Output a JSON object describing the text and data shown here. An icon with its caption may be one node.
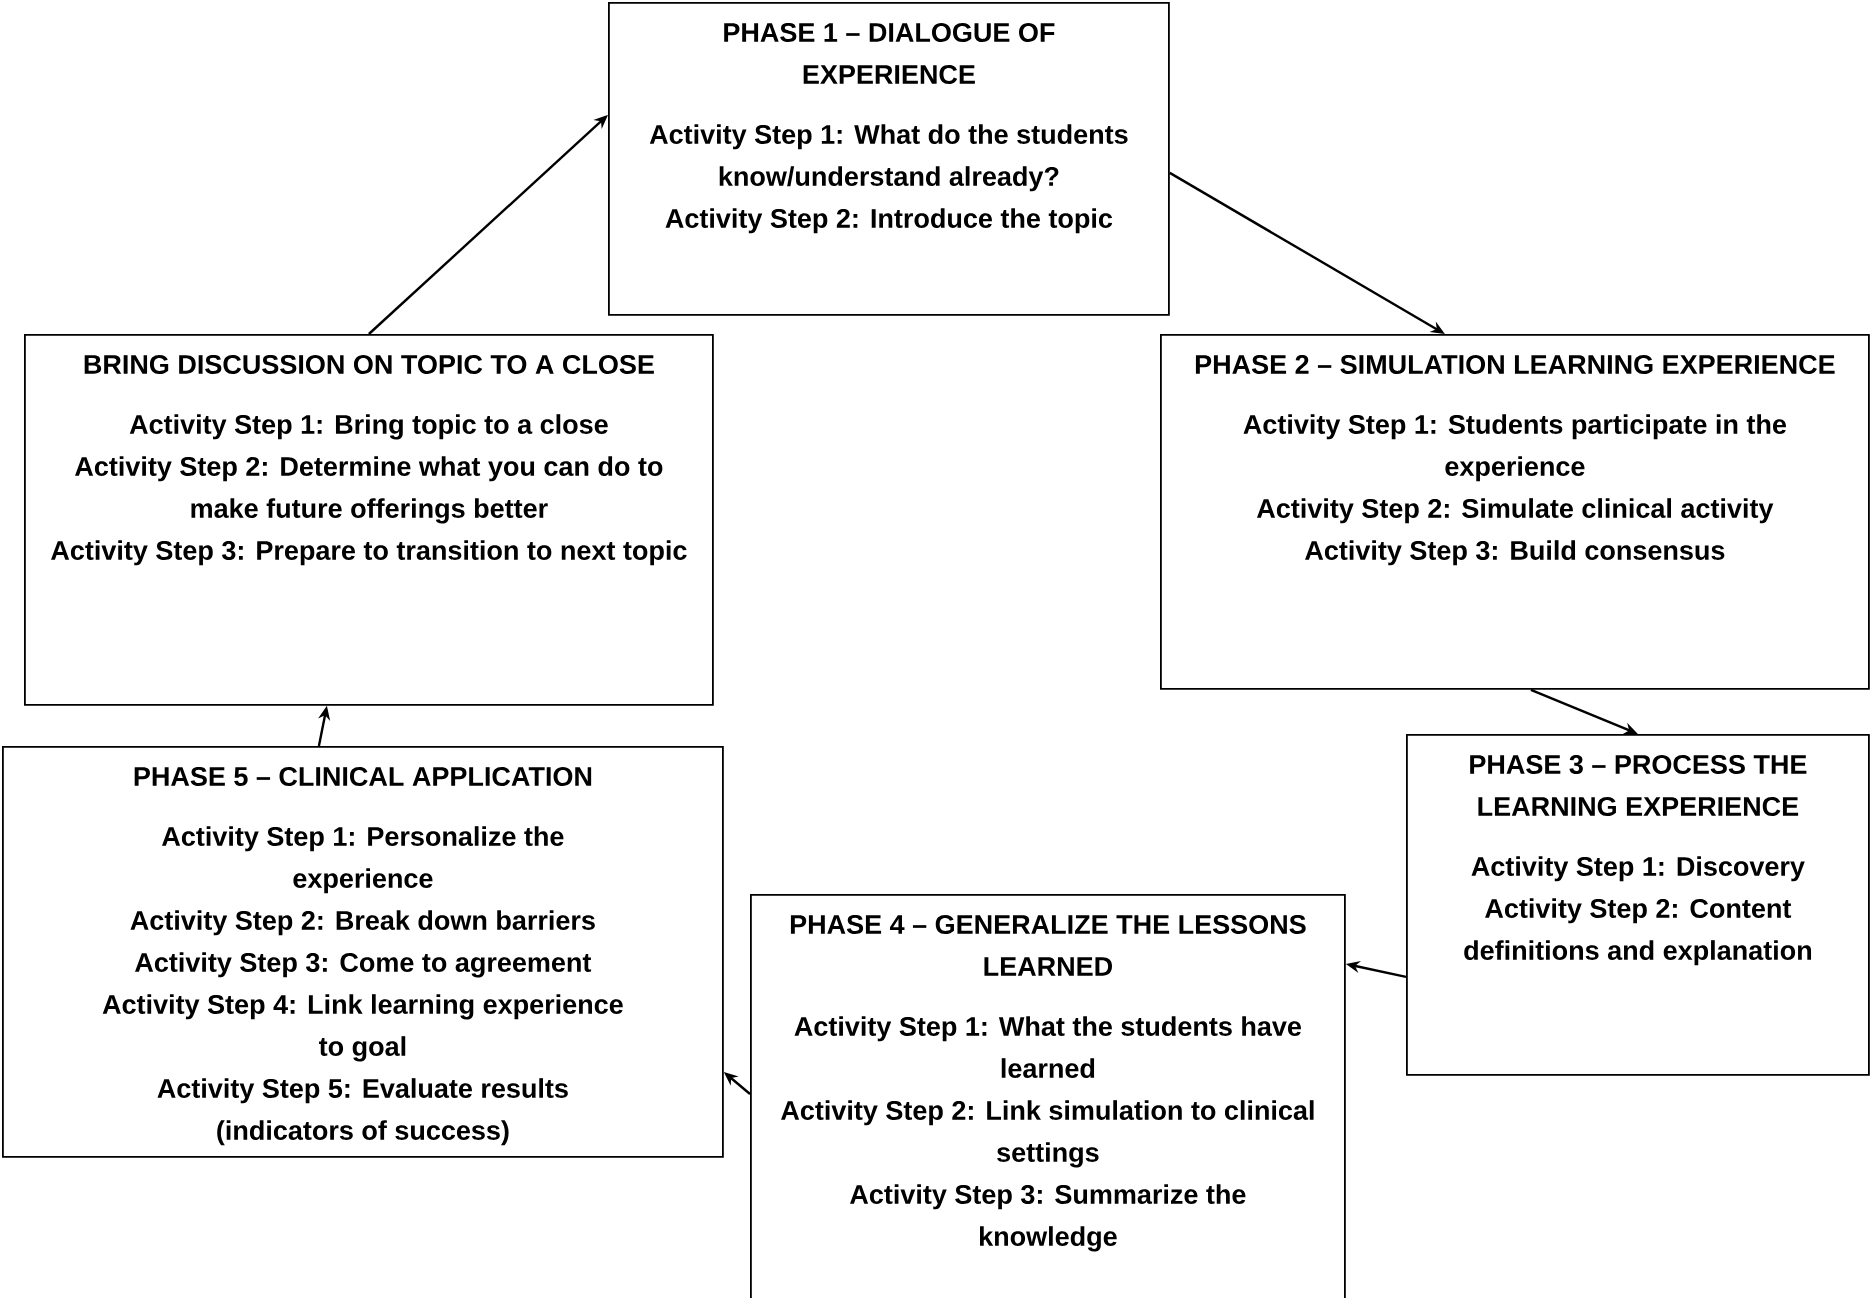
{
  "diagram": {
    "nodes": [
      {
        "text": [
          "PHASE 1 – DIALOGUE OF EXPERIENCE",
          "Activity Step 1: What do the students know/understand already?",
          "Activity Step 2: Introduce the topic"
        ]
      },
      {
        "text": [
          "PHASE 2 – SIMULATION LEARNING EXPERIENCE",
          "Activity Step 1: Students participate in the experience",
          "Activity Step 2: Simulate clinical activity",
          "Activity Step 3: Build consensus"
        ]
      },
      {
        "text": [
          "PHASE 3 – PROCESS THE LEARNING EXPERIENCE",
          "Activity Step 1: Discovery",
          "Activity Step 2: Content definitions and explanation"
        ]
      },
      {
        "text": [
          "PHASE 4 – GENERALIZE THE LESSONS LEARNED",
          "Activity Step 1: What the students have learned",
          "Activity Step 2: Link simulation to clinical settings",
          "Activity Step 3: Summarize the knowledge"
        ]
      },
      {
        "text": [
          "PHASE 5 – CLINICAL APPLICATION",
          "Activity Step 1: Personalize the experience",
          "Activity Step 2: Break down barriers",
          "Activity Step 3: Come to agreement",
          "Activity Step 4: Link learning experience to goal",
          "Activity Step 5: Evaluate results (indicators of success)"
        ]
      },
      {
        "text": [
          "BRING DISCUSSION ON TOPIC TO A CLOSE",
          "Activity Step 1: Bring topic to a close",
          "Activity Step 2: Determine what you can do to make future offerings better",
          "Activity Step 3: Prepare to transition to next topic"
        ]
      }
    ],
    "edges": [
      {
        "from": 5,
        "to": 0,
        "arrow": "to"
      },
      {
        "from": 0,
        "to": 1,
        "arrow": "to"
      },
      {
        "from": 1,
        "to": 2,
        "arrow": "to"
      },
      {
        "from": 2,
        "to": 3,
        "arrow": "to"
      },
      {
        "from": 3,
        "to": 4,
        "arrow": "to"
      },
      {
        "from": 4,
        "to": 5,
        "arrow": "to"
      }
    ]
  }
}
